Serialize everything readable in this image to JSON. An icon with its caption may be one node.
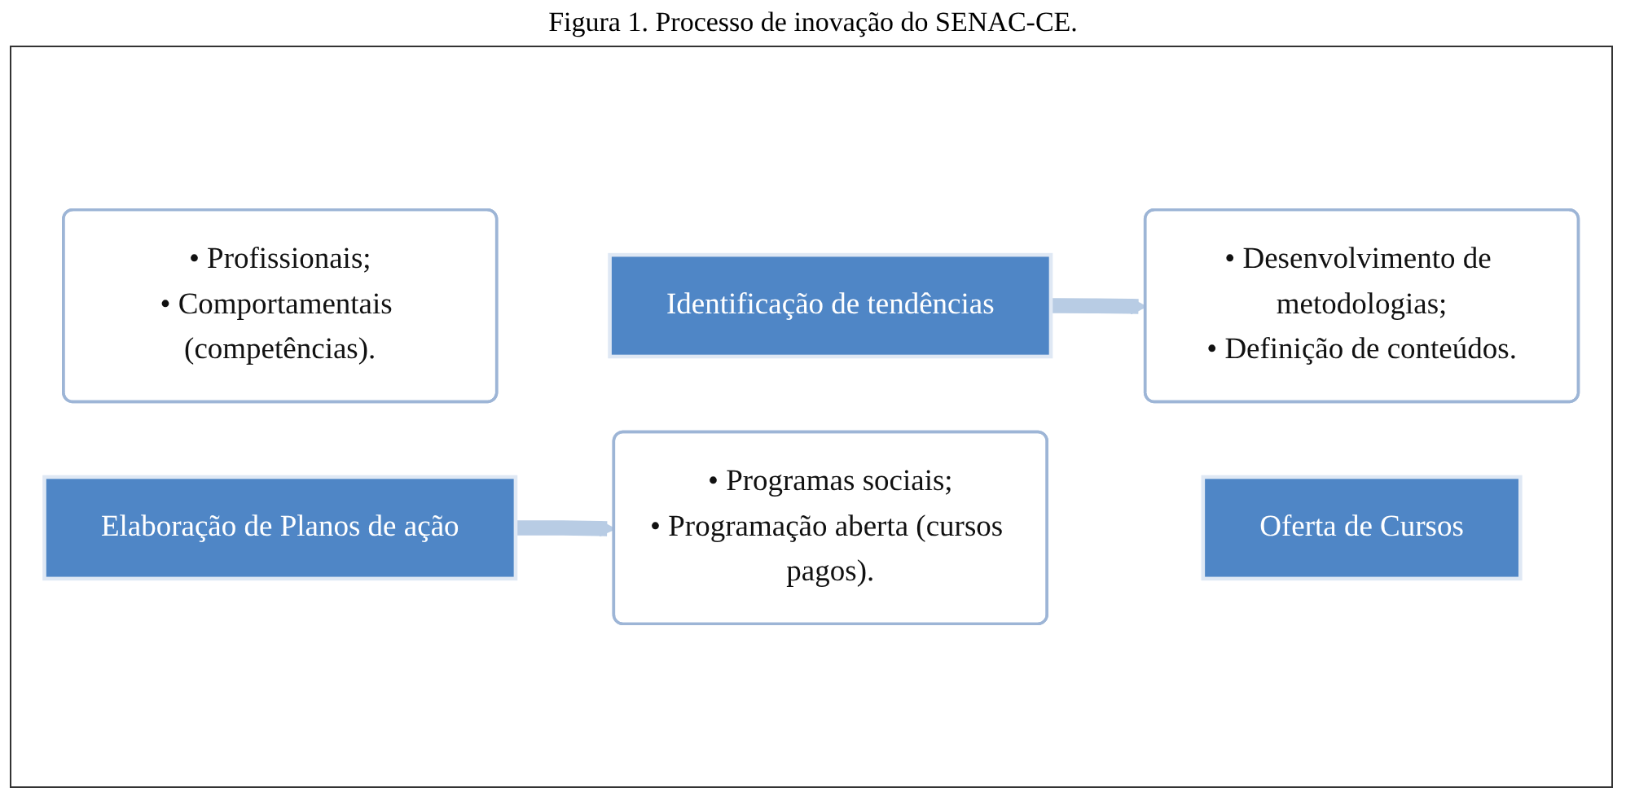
{
  "diagram": {
    "title": "Figura 1. Processo de inovação do SENAC-CE.",
    "nodes": [
      {
        "text": [
          "• Profissionais;",
          "• Comportamentais (competências)."
        ]
      },
      {
        "text": [
          "Identificação de tendências"
        ]
      },
      {
        "text": [
          "Elaboração de Planos de ação"
        ]
      },
      {
        "text": [
          "• Desenvolvimento de metodologias;",
          "• Definição de conteúdos."
        ]
      },
      {
        "text": [
          "• Programas sociais;",
          "• Programação aberta (cursos pagos)."
        ]
      },
      {
        "text": [
          "Oferta de Cursos"
        ]
      }
    ],
    "edges": [
      {
        "from": 1,
        "to": 3,
        "arrow": "to"
      },
      {
        "from": 2,
        "to": 4,
        "arrow": "to"
      }
    ]
  }
}
